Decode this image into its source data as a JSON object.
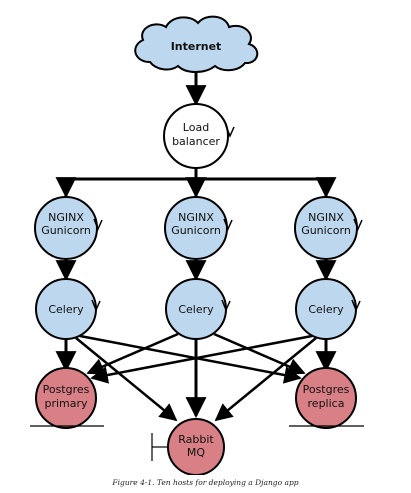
{
  "diagram": {
    "nodes": {
      "internet": {
        "label": "Internet"
      },
      "load_balancer": {
        "lines": [
          "Load",
          "balancer"
        ]
      },
      "web_hosts": [
        {
          "lines": [
            "NGINX",
            "Gunicorn"
          ]
        },
        {
          "lines": [
            "NGINX",
            "Gunicorn"
          ]
        },
        {
          "lines": [
            "NGINX",
            "Gunicorn"
          ]
        }
      ],
      "celery_hosts": [
        {
          "label": "Celery"
        },
        {
          "label": "Celery"
        },
        {
          "label": "Celery"
        }
      ],
      "postgres_primary": {
        "lines": [
          "Postgres",
          "primary"
        ]
      },
      "postgres_replica": {
        "lines": [
          "Postgres",
          "replica"
        ]
      },
      "rabbitmq": {
        "lines": [
          "Rabbit",
          "MQ"
        ]
      }
    },
    "colors": {
      "blue_node": "#bcd7ee",
      "red_node": "#d97f86",
      "white_node": "#ffffff",
      "stroke": "#000000"
    }
  },
  "caption": "Figure 4-1. Ten hosts for deploying a Django app"
}
